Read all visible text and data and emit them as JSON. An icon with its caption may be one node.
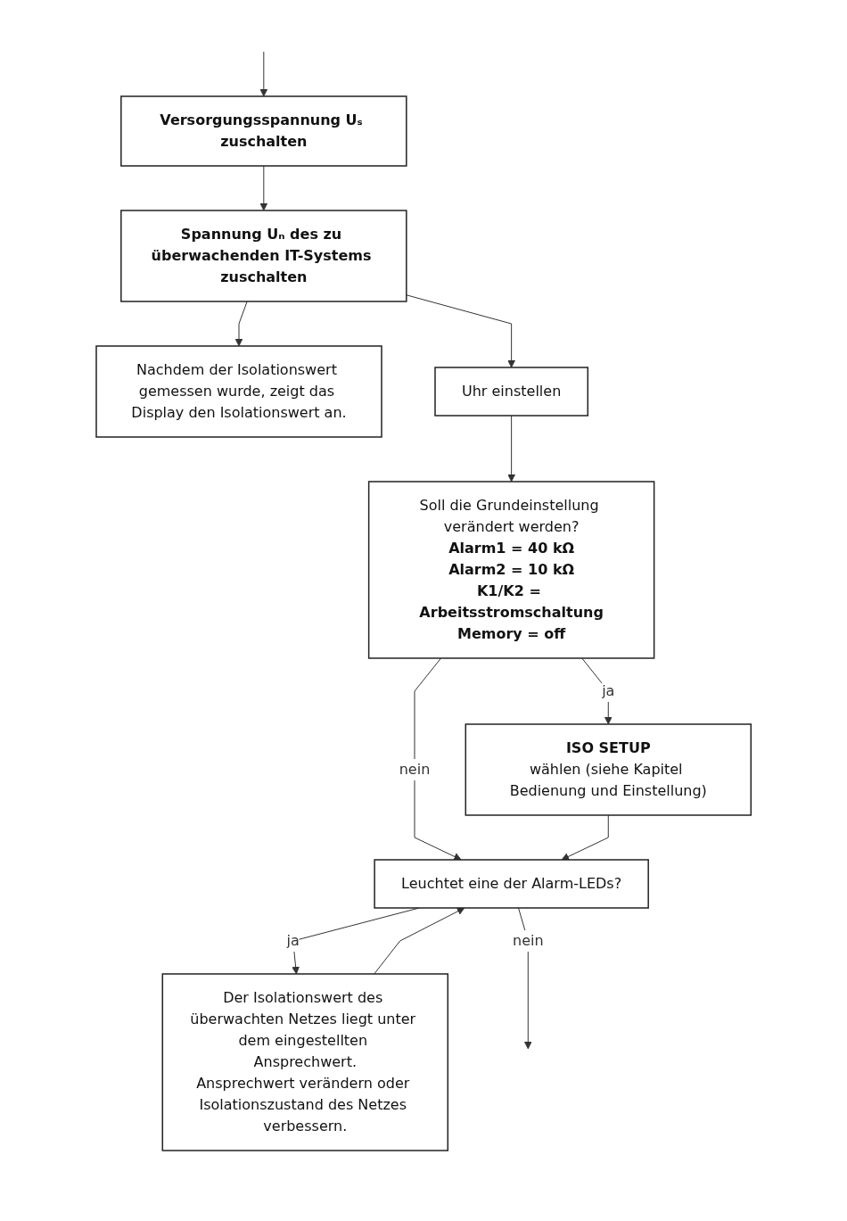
{
  "diagram": {
    "nodes": [
      {
        "text": [
          "Versorgungsspannung Uₛ zuschalten"
        ]
      },
      {
        "text": [
          "Spannung Uₙ des zu überwachenden IT-Systems zuschalten"
        ]
      },
      {
        "text": [
          "Nachdem der Isolationswert gemessen wurde, zeigt das Display den Isolationswert an."
        ]
      },
      {
        "text": [
          "Uhr einstellen"
        ]
      },
      {
        "text": [
          "Soll die Grundeinstellung verändert werden?",
          "Alarm1 = 40 kΩ",
          "Alarm2 = 10 kΩ",
          "K1/K2 = Arbeitsstromschaltung",
          "Memory = off"
        ]
      },
      {
        "text": [
          "ISO SETUP",
          "wählen (siehe Kapitel Bedienung und Einstellung)"
        ]
      },
      {
        "text": [
          "Leuchtet eine der Alarm-LEDs?"
        ]
      },
      {
        "text": [
          "Der Isolationswert des überwachten Netzes liegt unter dem eingestellten Ansprechwert.",
          "Ansprechwert verändern oder Isolationszustand des Netzes verbessern."
        ]
      }
    ],
    "edges": [
      {
        "from": null,
        "to": 0,
        "arrow": "to"
      },
      {
        "from": 0,
        "to": 1,
        "arrow": "to"
      },
      {
        "from": 1,
        "to": 2,
        "arrow": "to"
      },
      {
        "from": 1,
        "to": 3,
        "arrow": "to"
      },
      {
        "from": 3,
        "to": 4,
        "arrow": "to"
      },
      {
        "from": 4,
        "to": 5,
        "arrow": "to",
        "label": "ja"
      },
      {
        "from": 4,
        "to": 6,
        "arrow": "to",
        "label": "nein"
      },
      {
        "from": 5,
        "to": 6,
        "arrow": "to"
      },
      {
        "from": 6,
        "to": 7,
        "arrow": "to",
        "label": "ja"
      },
      {
        "from": 7,
        "to": 6,
        "arrow": "to"
      },
      {
        "from": 6,
        "to": null,
        "arrow": "to",
        "label": "nein"
      }
    ]
  }
}
